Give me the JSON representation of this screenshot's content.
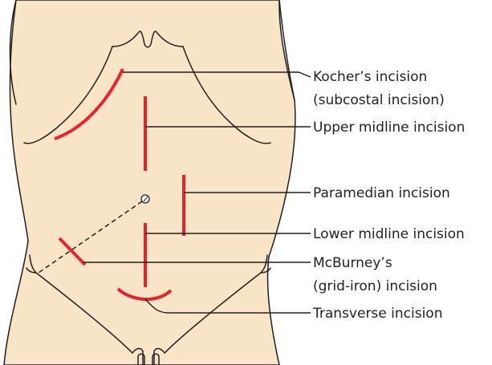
{
  "colors": {
    "skin": "#f9e4c8",
    "outline": "#231f20",
    "incision": "#e3262c",
    "leader": "#231f20"
  },
  "labels": {
    "kocher_line1": "Kocher’s incision",
    "kocher_line2": "(subcostal incision)",
    "upper_midline": "Upper midline incision",
    "paramedian": "Paramedian incision",
    "lower_midline": "Lower midline incision",
    "mcburney_line1": "McBurney’s",
    "mcburney_line2": "(grid-iron) incision",
    "transverse": "Transverse incision"
  }
}
